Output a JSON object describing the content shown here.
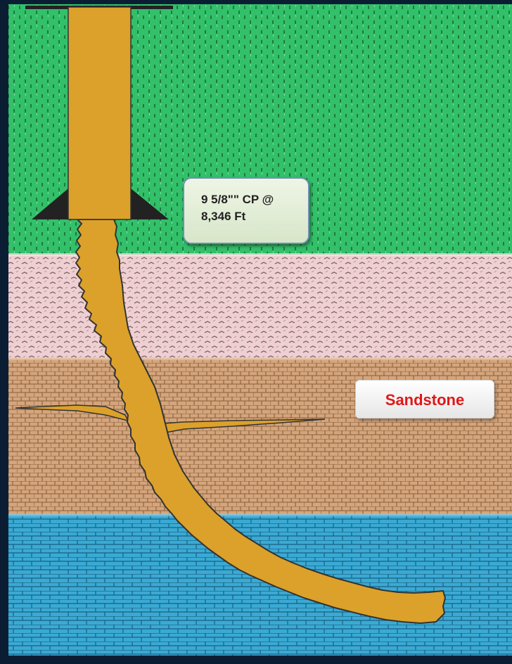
{
  "annotations": {
    "casing_point_line1": "9 5/8\"\" CP @",
    "casing_point_line2": "8,346 Ft",
    "formation_label": "Sandstone"
  },
  "colors": {
    "upper_formation": "#33c06a",
    "middle_formation": "#f0cfd2",
    "sandstone": "#d4a57c",
    "lower_formation": "#3aaad4",
    "wellbore": "#dca12a",
    "frame": "#0b1d33"
  }
}
